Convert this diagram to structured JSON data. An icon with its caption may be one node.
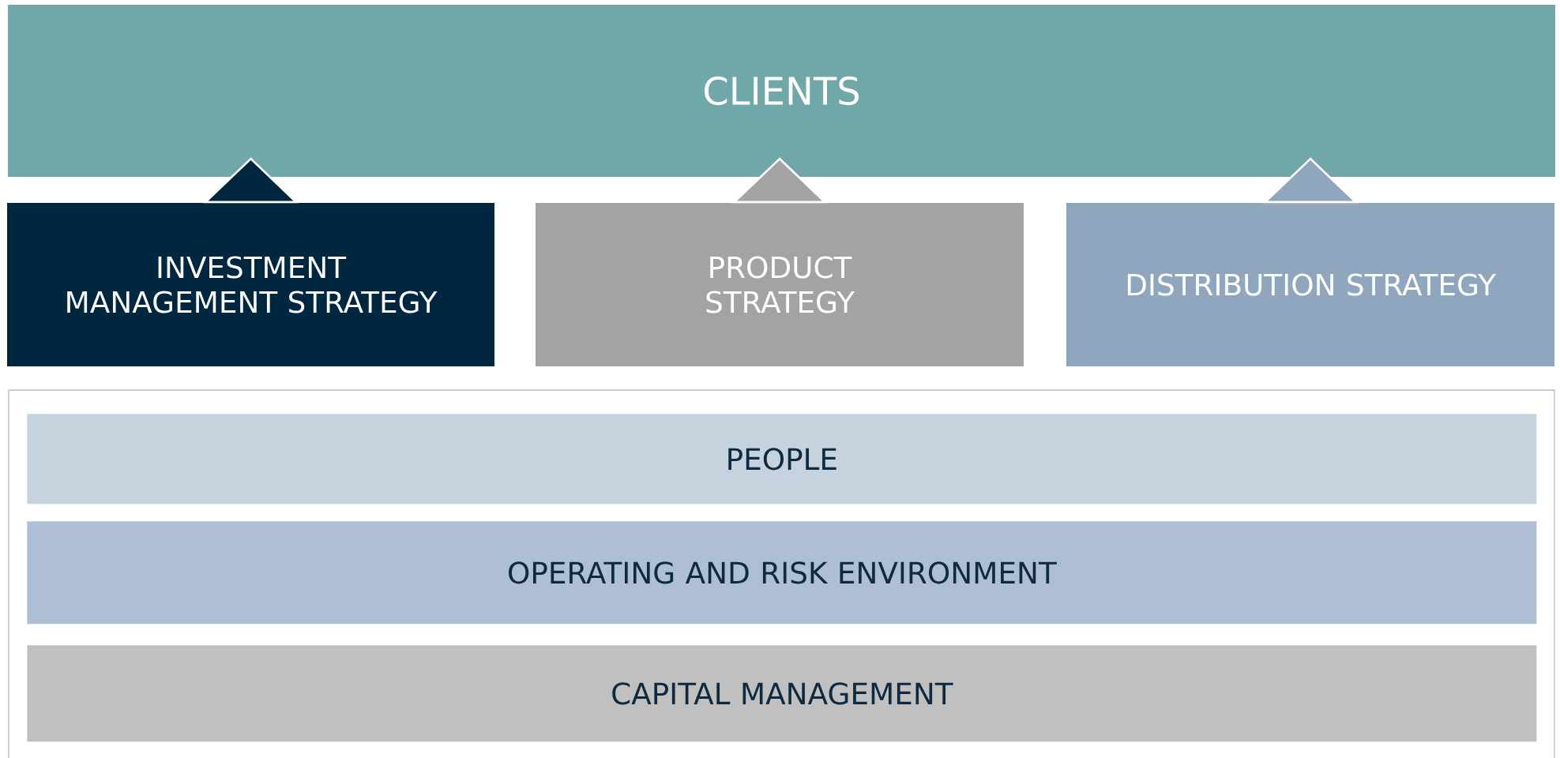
{
  "diagram": {
    "nodes": [
      {
        "text": [
          "CLIENTS"
        ]
      },
      {
        "text": [
          "INVESTMENT MANAGEMENT STRATEGY"
        ]
      },
      {
        "text": [
          "PRODUCT STRATEGY"
        ]
      },
      {
        "text": [
          "DISTRIBUTION STRATEGY"
        ]
      },
      {
        "text": [],
        "shape": "box"
      },
      {
        "text": [
          "PEOPLE"
        ],
        "in": 4
      },
      {
        "text": [
          "OPERATING AND RISK ENVIRONMENT"
        ],
        "in": 4
      },
      {
        "text": [
          "CAPITAL MANAGEMENT"
        ],
        "in": 4
      }
    ],
    "edges": [
      {
        "from": 1,
        "to": 0,
        "arrow": "to",
        "color": "#002740"
      },
      {
        "from": 2,
        "to": 0,
        "arrow": "to",
        "color": "#a3a3a3"
      },
      {
        "from": 3,
        "to": 0,
        "arrow": "to",
        "color": "#8fa6bf"
      }
    ]
  }
}
